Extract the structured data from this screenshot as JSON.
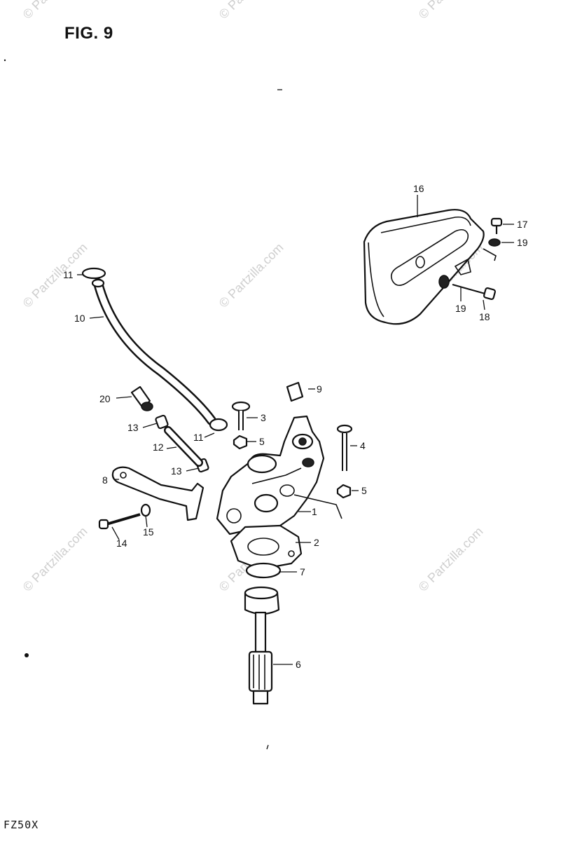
{
  "figure": {
    "title": "FIG. 9",
    "model": "FZ50X",
    "watermark": "© Partzilla.com"
  },
  "callouts": [
    {
      "id": "c1",
      "text": "1"
    },
    {
      "id": "c2",
      "text": "2"
    },
    {
      "id": "c3",
      "text": "3"
    },
    {
      "id": "c4",
      "text": "4"
    },
    {
      "id": "c5a",
      "text": "5"
    },
    {
      "id": "c5b",
      "text": "5"
    },
    {
      "id": "c6",
      "text": "6"
    },
    {
      "id": "c7",
      "text": "7"
    },
    {
      "id": "c8",
      "text": "8"
    },
    {
      "id": "c9",
      "text": "9"
    },
    {
      "id": "c10",
      "text": "10"
    },
    {
      "id": "c11a",
      "text": "11"
    },
    {
      "id": "c11b",
      "text": "11"
    },
    {
      "id": "c12",
      "text": "12"
    },
    {
      "id": "c13a",
      "text": "13"
    },
    {
      "id": "c13b",
      "text": "13"
    },
    {
      "id": "c14",
      "text": "14"
    },
    {
      "id": "c15",
      "text": "15"
    },
    {
      "id": "c16",
      "text": "16"
    },
    {
      "id": "c17",
      "text": "17"
    },
    {
      "id": "c18",
      "text": "18"
    },
    {
      "id": "c19a",
      "text": "19"
    },
    {
      "id": "c19b",
      "text": "19"
    },
    {
      "id": "c20",
      "text": "20"
    }
  ]
}
